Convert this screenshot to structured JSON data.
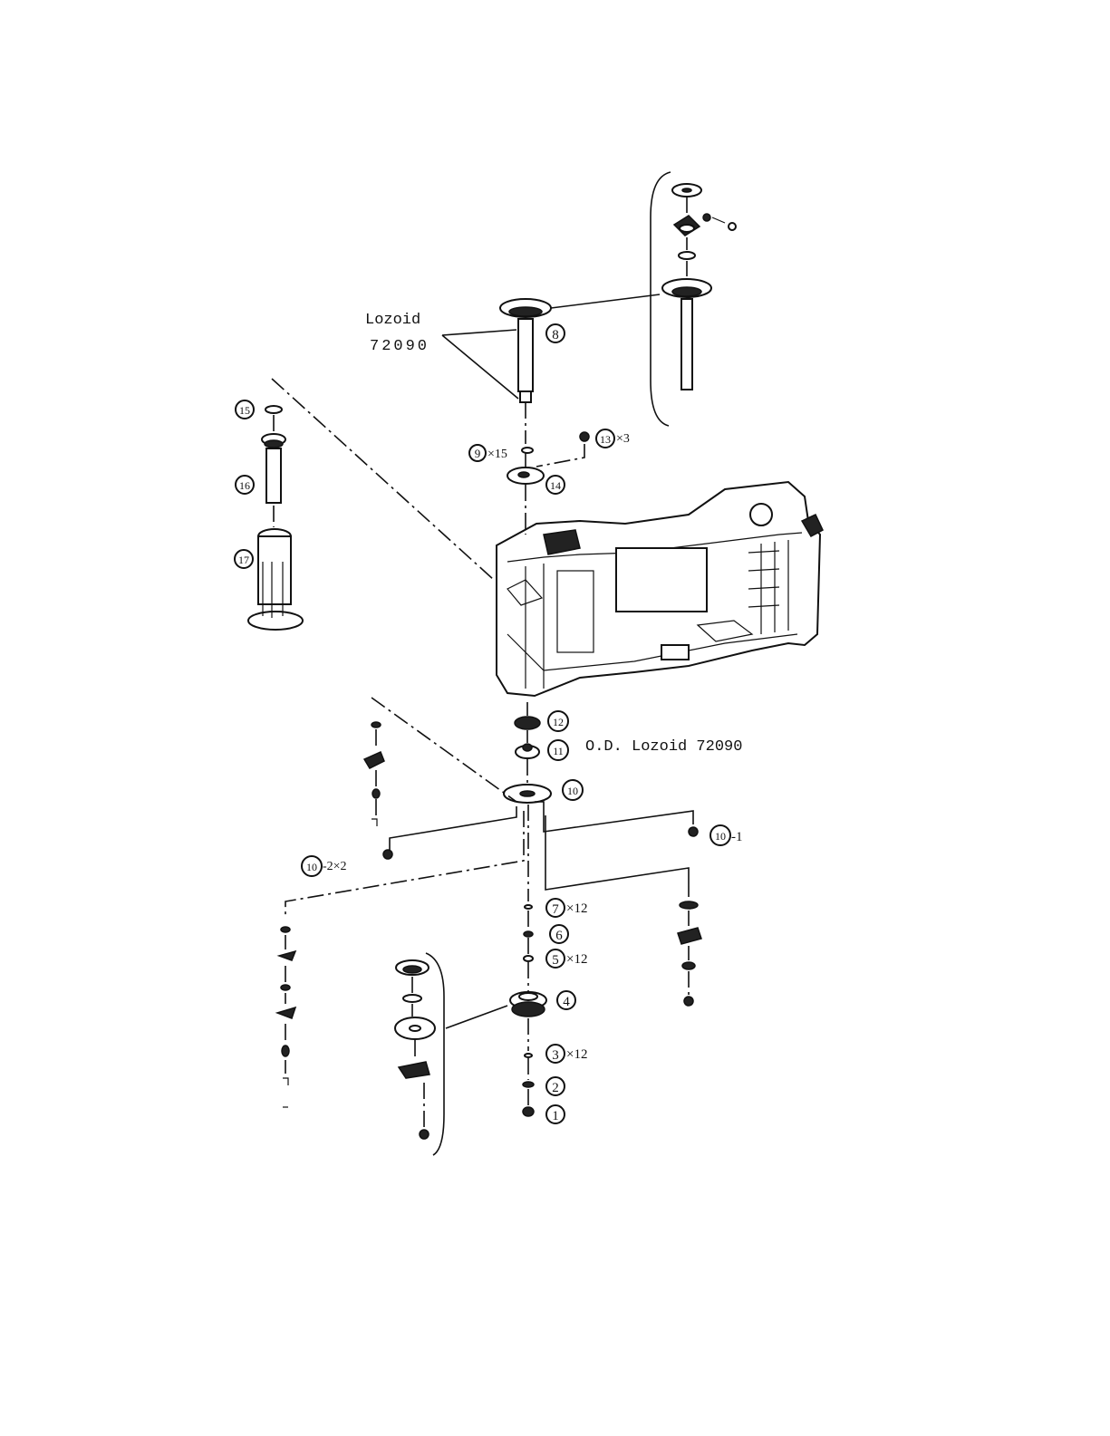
{
  "annotations": {
    "lozoid_top_line1": "Lozoid",
    "lozoid_top_line2": "72090",
    "od_lozoid": "O.D. Lozoid 72090"
  },
  "callouts": [
    {
      "num": "1",
      "suffix": ""
    },
    {
      "num": "2",
      "suffix": ""
    },
    {
      "num": "3",
      "suffix": "×12"
    },
    {
      "num": "4",
      "suffix": ""
    },
    {
      "num": "5",
      "suffix": "×12"
    },
    {
      "num": "6",
      "suffix": ""
    },
    {
      "num": "7",
      "suffix": "×12"
    },
    {
      "num": "8",
      "suffix": ""
    },
    {
      "num": "9",
      "suffix": "×15"
    },
    {
      "num": "10",
      "suffix": ""
    },
    {
      "num": "10",
      "suffix": "-1"
    },
    {
      "num": "10",
      "suffix": "-2×2"
    },
    {
      "num": "11",
      "suffix": ""
    },
    {
      "num": "12",
      "suffix": ""
    },
    {
      "num": "13",
      "suffix": "×3"
    },
    {
      "num": "14",
      "suffix": ""
    },
    {
      "num": "15",
      "suffix": ""
    },
    {
      "num": "16",
      "suffix": ""
    },
    {
      "num": "17",
      "suffix": ""
    }
  ],
  "colors": {
    "ink": "#111111",
    "paper": "#ffffff"
  }
}
